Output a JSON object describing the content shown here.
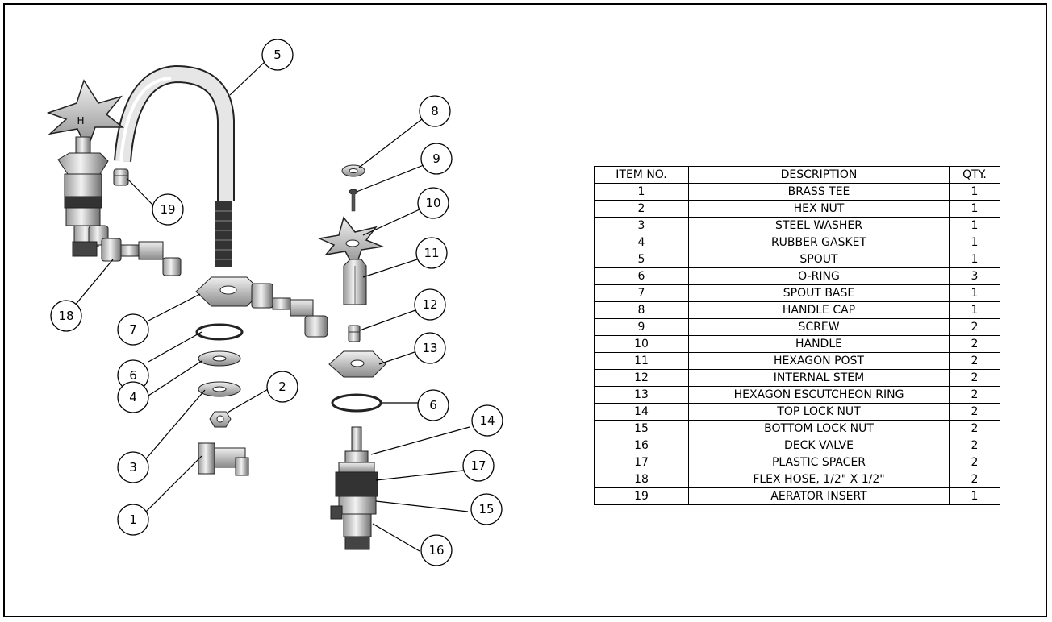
{
  "bom": {
    "headers": {
      "item": "ITEM NO.",
      "description": "DESCRIPTION",
      "qty": "QTY."
    },
    "rows": [
      {
        "item": "1",
        "description": "BRASS TEE",
        "qty": "1"
      },
      {
        "item": "2",
        "description": "HEX NUT",
        "qty": "1"
      },
      {
        "item": "3",
        "description": "STEEL WASHER",
        "qty": "1"
      },
      {
        "item": "4",
        "description": "RUBBER GASKET",
        "qty": "1"
      },
      {
        "item": "5",
        "description": "SPOUT",
        "qty": "1"
      },
      {
        "item": "6",
        "description": "O-RING",
        "qty": "3"
      },
      {
        "item": "7",
        "description": "SPOUT BASE",
        "qty": "1"
      },
      {
        "item": "8",
        "description": "HANDLE CAP",
        "qty": "1"
      },
      {
        "item": "9",
        "description": "SCREW",
        "qty": "2"
      },
      {
        "item": "10",
        "description": "HANDLE",
        "qty": "2"
      },
      {
        "item": "11",
        "description": "HEXAGON POST",
        "qty": "2"
      },
      {
        "item": "12",
        "description": "INTERNAL STEM",
        "qty": "2"
      },
      {
        "item": "13",
        "description": "HEXAGON ESCUTCHEON RING",
        "qty": "2"
      },
      {
        "item": "14",
        "description": "TOP LOCK NUT",
        "qty": "2"
      },
      {
        "item": "15",
        "description": "BOTTOM LOCK NUT",
        "qty": "2"
      },
      {
        "item": "16",
        "description": "DECK VALVE",
        "qty": "2"
      },
      {
        "item": "17",
        "description": "PLASTIC SPACER",
        "qty": "2"
      },
      {
        "item": "18",
        "description": "FLEX HOSE, 1/2\" X 1/2\"",
        "qty": "2"
      },
      {
        "item": "19",
        "description": "AERATOR INSERT",
        "qty": "1"
      }
    ]
  },
  "balloons": [
    "5",
    "8",
    "9",
    "10",
    "11",
    "12",
    "13",
    "6",
    "14",
    "17",
    "15",
    "16",
    "19",
    "18",
    "7",
    "6",
    "4",
    "2",
    "3",
    "1"
  ],
  "handle_mark": "H"
}
